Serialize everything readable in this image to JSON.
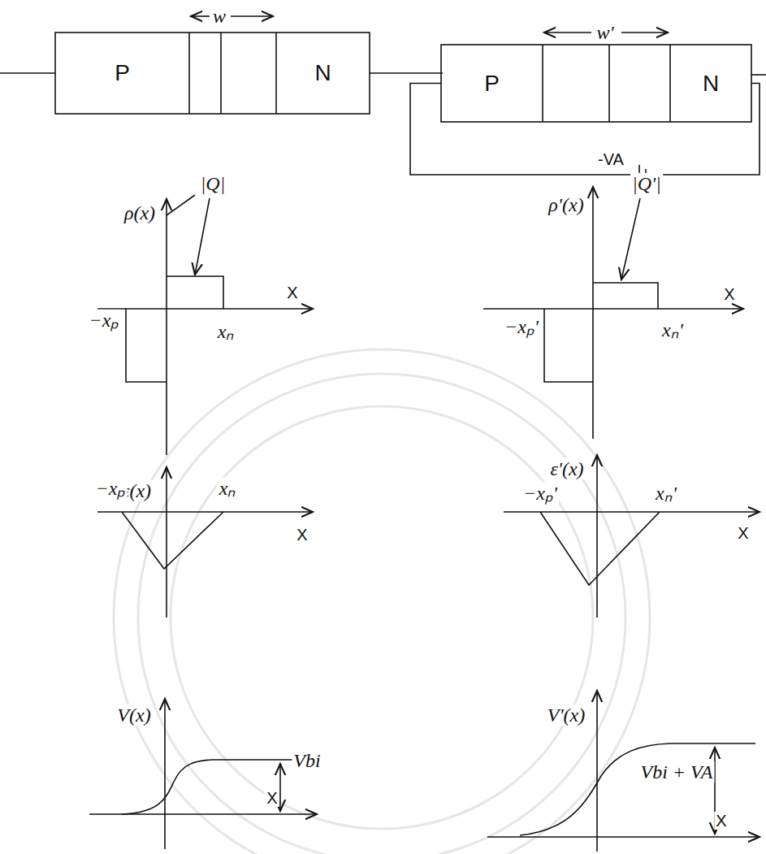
{
  "diagram": {
    "nodes": [
      {
        "text": [
          "P"
        ]
      },
      {
        "text": [
          "N"
        ]
      },
      {
        "text": [
          "P"
        ]
      },
      {
        "text": [
          "N"
        ]
      }
    ],
    "edges": [
      {
        "from": 2,
        "to": 3,
        "arrow": "none",
        "label": "-VA"
      }
    ],
    "labels": [
      "w",
      "w'",
      "ρ(x)",
      "|Q|",
      "X",
      "−xₚ",
      "xₙ",
      "ρ'(x)",
      "|Q'|",
      "X",
      "−xₚ'",
      "xₙ'",
      "ε(x)",
      "−xₚ",
      "xₙ",
      "X",
      "ε'(x)",
      "−xₚ'",
      "xₙ'",
      "X",
      "V(x)",
      "Vbi",
      "X",
      "V'(x)",
      "Vbi + VA",
      "X"
    ]
  }
}
